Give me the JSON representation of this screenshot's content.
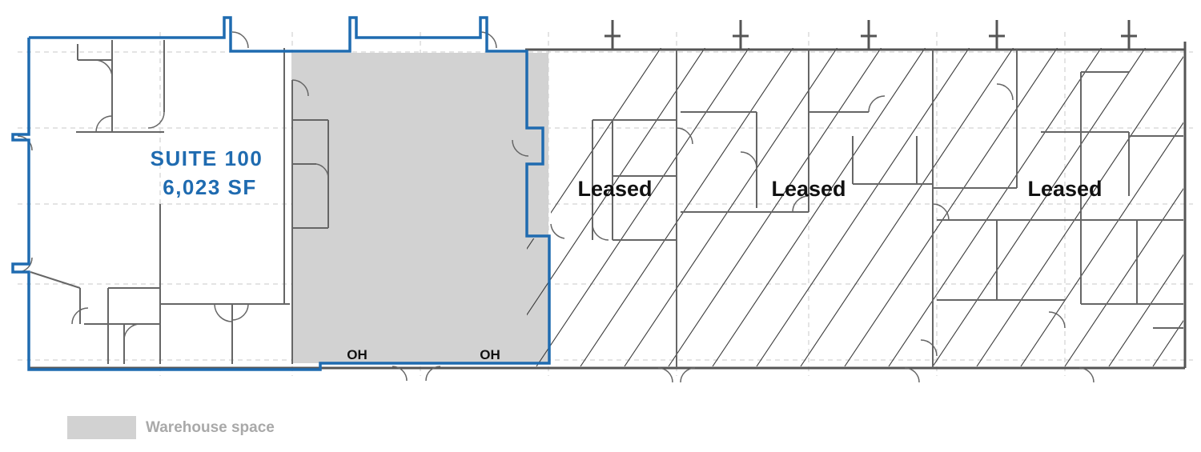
{
  "suite": {
    "name": "SUITE 100",
    "area": "6,023 SF"
  },
  "leased_units": [
    {
      "label": "Leased"
    },
    {
      "label": "Leased"
    },
    {
      "label": "Leased"
    }
  ],
  "doors": {
    "overhead_1": "OH",
    "overhead_2": "OH"
  },
  "legend": {
    "warehouse_label": "Warehouse space",
    "warehouse_color": "#d2d2d2"
  },
  "colors": {
    "suite_outline": "#1f6bb0",
    "wall": "#555555",
    "hatch": "#3a3a3a"
  }
}
